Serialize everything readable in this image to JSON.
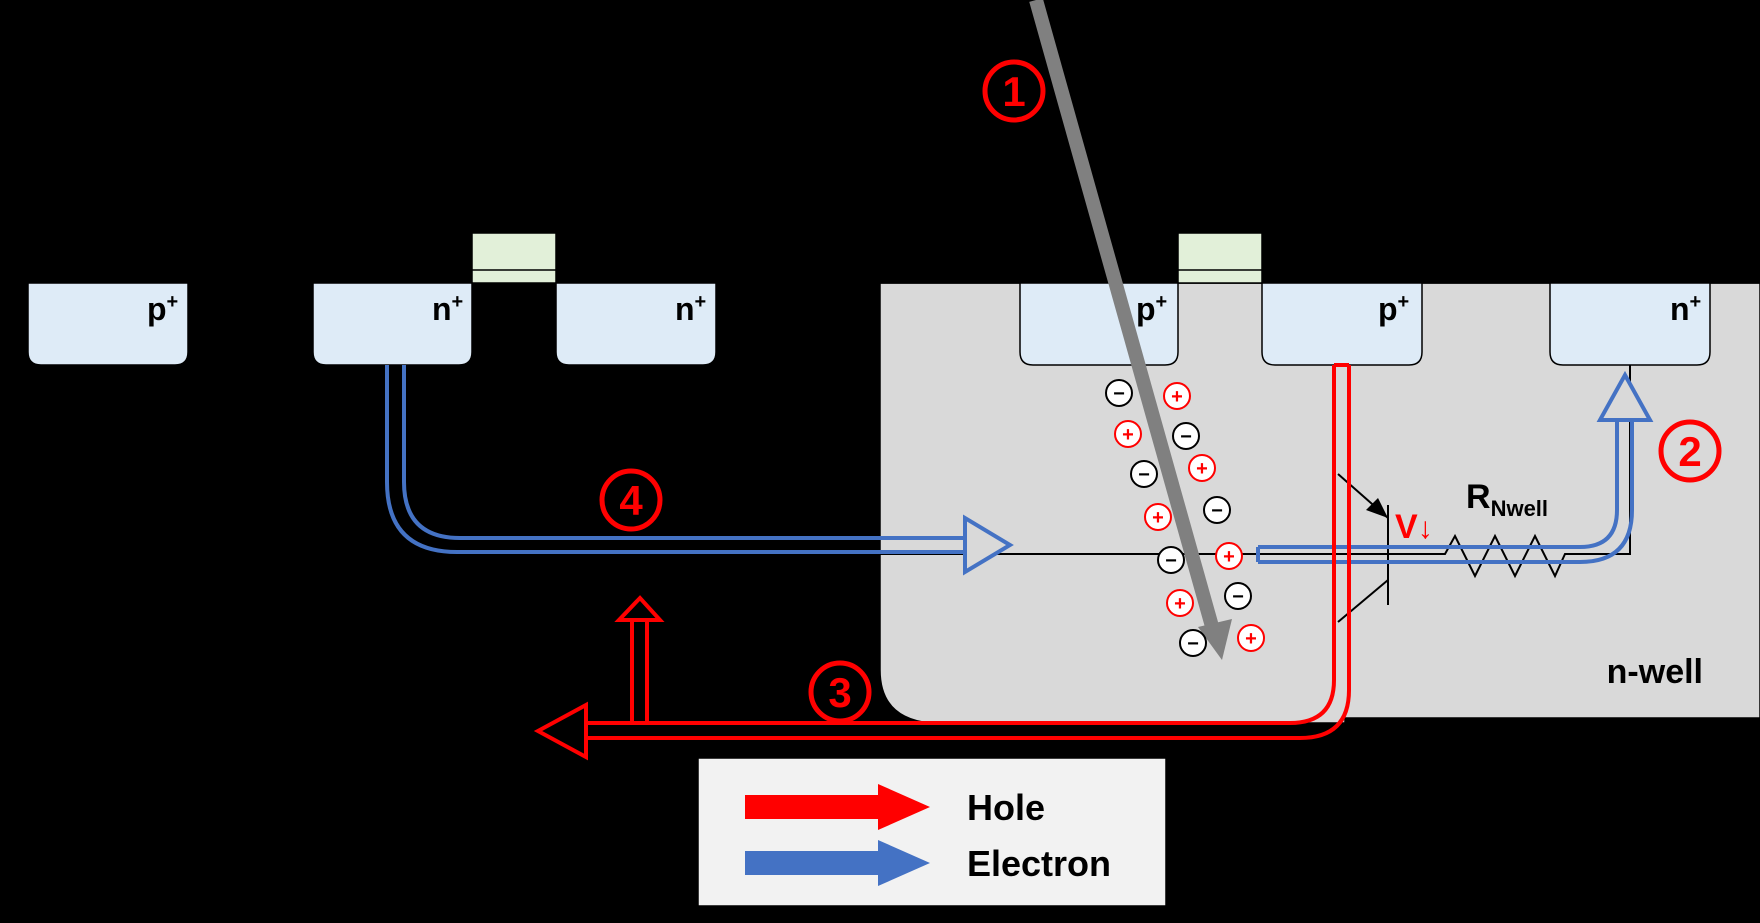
{
  "regions": {
    "well_label": "n-well"
  },
  "diffusions": [
    {
      "type": "p",
      "sup": "+"
    },
    {
      "type": "n",
      "sup": "+"
    },
    {
      "type": "n",
      "sup": "+"
    },
    {
      "type": "p",
      "sup": "+"
    },
    {
      "type": "p",
      "sup": "+"
    },
    {
      "type": "n",
      "sup": "+"
    }
  ],
  "steps": [
    "1",
    "2",
    "3",
    "4"
  ],
  "charges": {
    "negative": "−",
    "positive": "+"
  },
  "circuit": {
    "voltage_symbol": "V",
    "voltage_arrow": "↓",
    "resistor_main": "R",
    "resistor_sub": "Nwell"
  },
  "legend": {
    "items": [
      {
        "label": "Hole",
        "color": "#ff0000"
      },
      {
        "label": "Electron",
        "color": "#4472c4"
      }
    ]
  },
  "colors": {
    "hole": "#ff0000",
    "electron": "#4472c4",
    "particle": "#808080",
    "diffusion_fill": "#deebf7",
    "well_fill": "#d9d9d9",
    "gate_fill": "#e2f0d9"
  }
}
